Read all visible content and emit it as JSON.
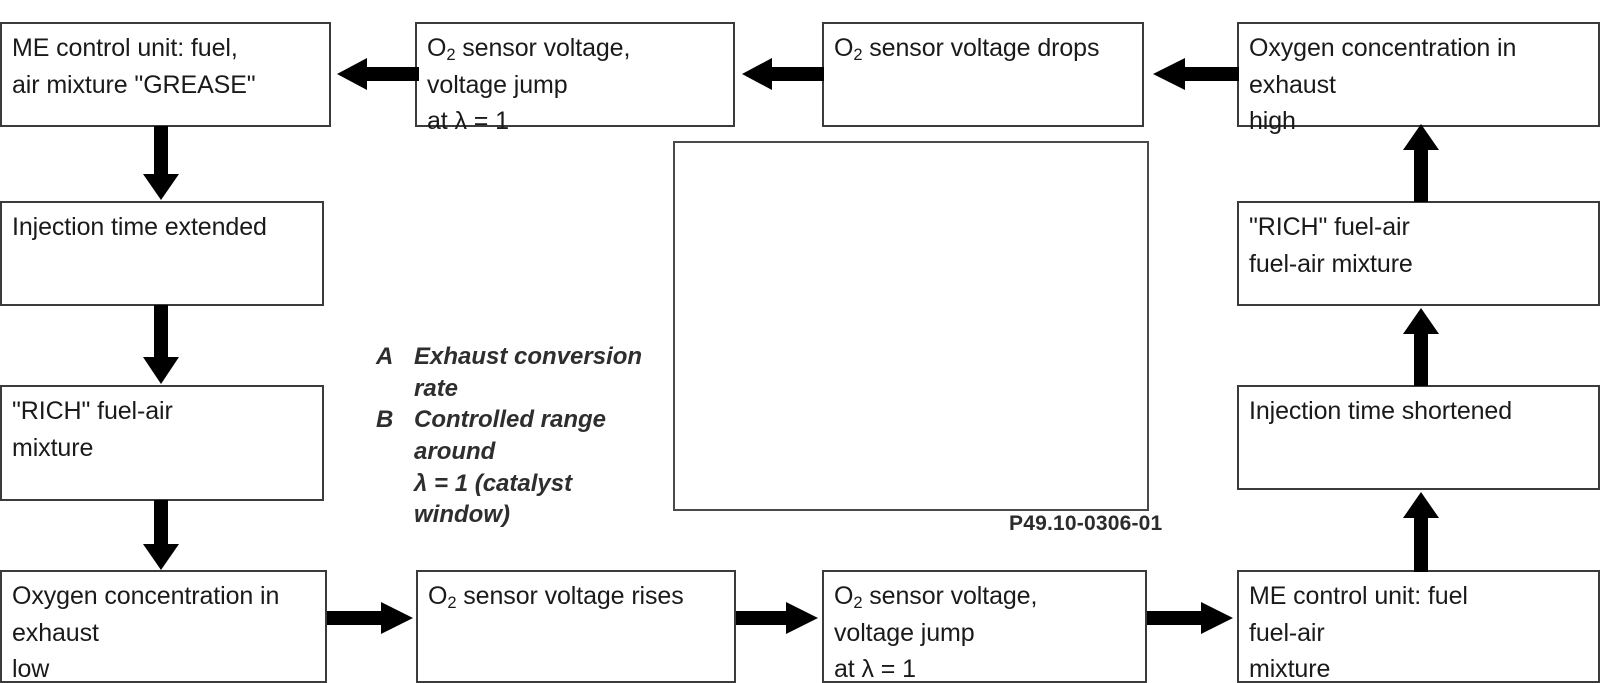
{
  "diagram": {
    "title": "Closed loop lambda control flow diagram",
    "reference_code": "P49.10-0306-01",
    "line_color": "#3b3b3b",
    "background": "#ffffff",
    "nodes": [
      {
        "id": "me-control-unit-grease",
        "lines": [
          "ME control unit: fuel,",
          "air  mixture \"GREASE\""
        ]
      },
      {
        "id": "o2-sensor-voltage-jump-top",
        "lines": [
          "O2 sensor voltage,",
          "voltage jump",
          "at λ = 1"
        ]
      },
      {
        "id": "o2-sensor-voltage-drops",
        "lines": [
          "O2 sensor voltage drops"
        ]
      },
      {
        "id": "oxygen-concentration-high",
        "lines": [
          "Oxygen concentration in",
          "exhaust",
          "high"
        ]
      },
      {
        "id": "injection-time-extended",
        "lines": [
          "Injection time extended"
        ]
      },
      {
        "id": "rich-fuel-air-mixture-left",
        "lines": [
          "\"RICH\" fuel-air",
          "mixture"
        ]
      },
      {
        "id": "oxygen-concentration-low",
        "lines": [
          "Oxygen concentration in",
          "exhaust",
          "low"
        ]
      },
      {
        "id": "o2-sensor-voltage-rises",
        "lines": [
          "O2 sensor voltage rises"
        ]
      },
      {
        "id": "o2-sensor-voltage-jump-bottom",
        "lines": [
          "O2 sensor voltage,",
          "voltage jump",
          "at λ = 1"
        ]
      },
      {
        "id": "me-control-unit-fuel-air",
        "lines": [
          "ME control unit: fuel",
          "fuel-air",
          "mixture"
        ]
      },
      {
        "id": "rich-fuel-air-mixture-right",
        "lines": [
          "\"RICH\" fuel-air",
          "fuel-air mixture"
        ]
      },
      {
        "id": "injection-time-shortened",
        "lines": [
          "Injection time shortened"
        ]
      }
    ],
    "legend": [
      {
        "key": "A",
        "lines": [
          "Exhaust conversion",
          "rate"
        ]
      },
      {
        "key": "B",
        "lines": [
          "Controlled range",
          "around",
          "λ = 1 (catalyst",
          "window)"
        ]
      }
    ]
  }
}
